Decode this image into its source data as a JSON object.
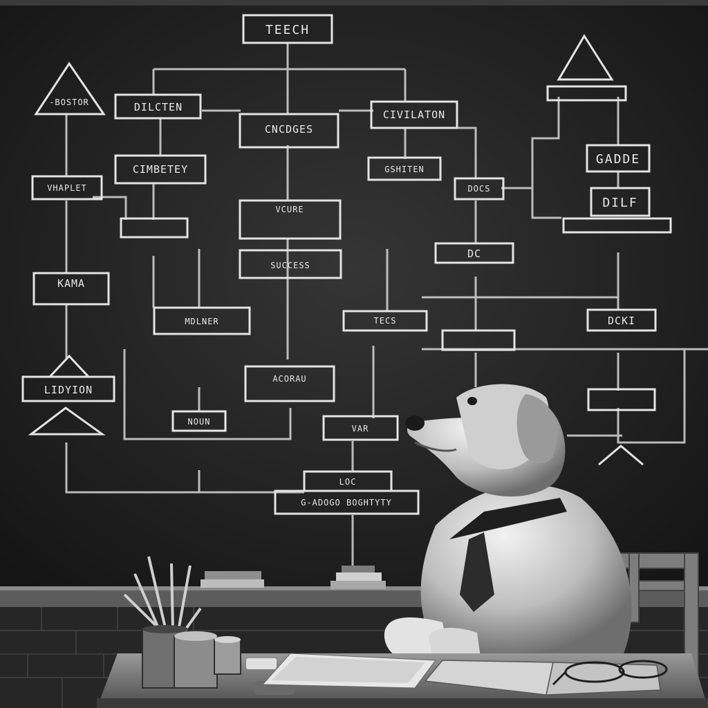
{
  "chalkboard": {
    "labels": {
      "teech": "TEECH",
      "dilcten": "DILCTEN",
      "cncdges": "CNCDGES",
      "civilation": "CIVILATON",
      "cimbetey": "CIMBETEY",
      "gshiten": "GSHITEN",
      "gadde": "GADDE",
      "vhaplet": "VHAPLET",
      "docs": "DOCS",
      "dilf": "DILF",
      "vcure": "VCURE",
      "dc": "DC",
      "succses": "SUCCESS",
      "kama": "KAMA",
      "dcki": "DCKI",
      "tecs": "TECS",
      "mdliner": "MDLNER",
      "acorau": "ACORAU",
      "lidyion": "LIDYION",
      "noun": "NOUN",
      "var": "VAR",
      "loc": "LOC",
      "gradient": "G-ADOGO BOGHTYTY",
      "bucket_tip": "-BOSTOR"
    }
  },
  "scene": {
    "subject": "dog-wearing-tie",
    "palette": {
      "board": "#232323",
      "chalk": "#e6e6e6",
      "wall": "#2e2e2e",
      "desk": "#7a7a7a",
      "dog_fur": "#d8d8d8"
    }
  }
}
